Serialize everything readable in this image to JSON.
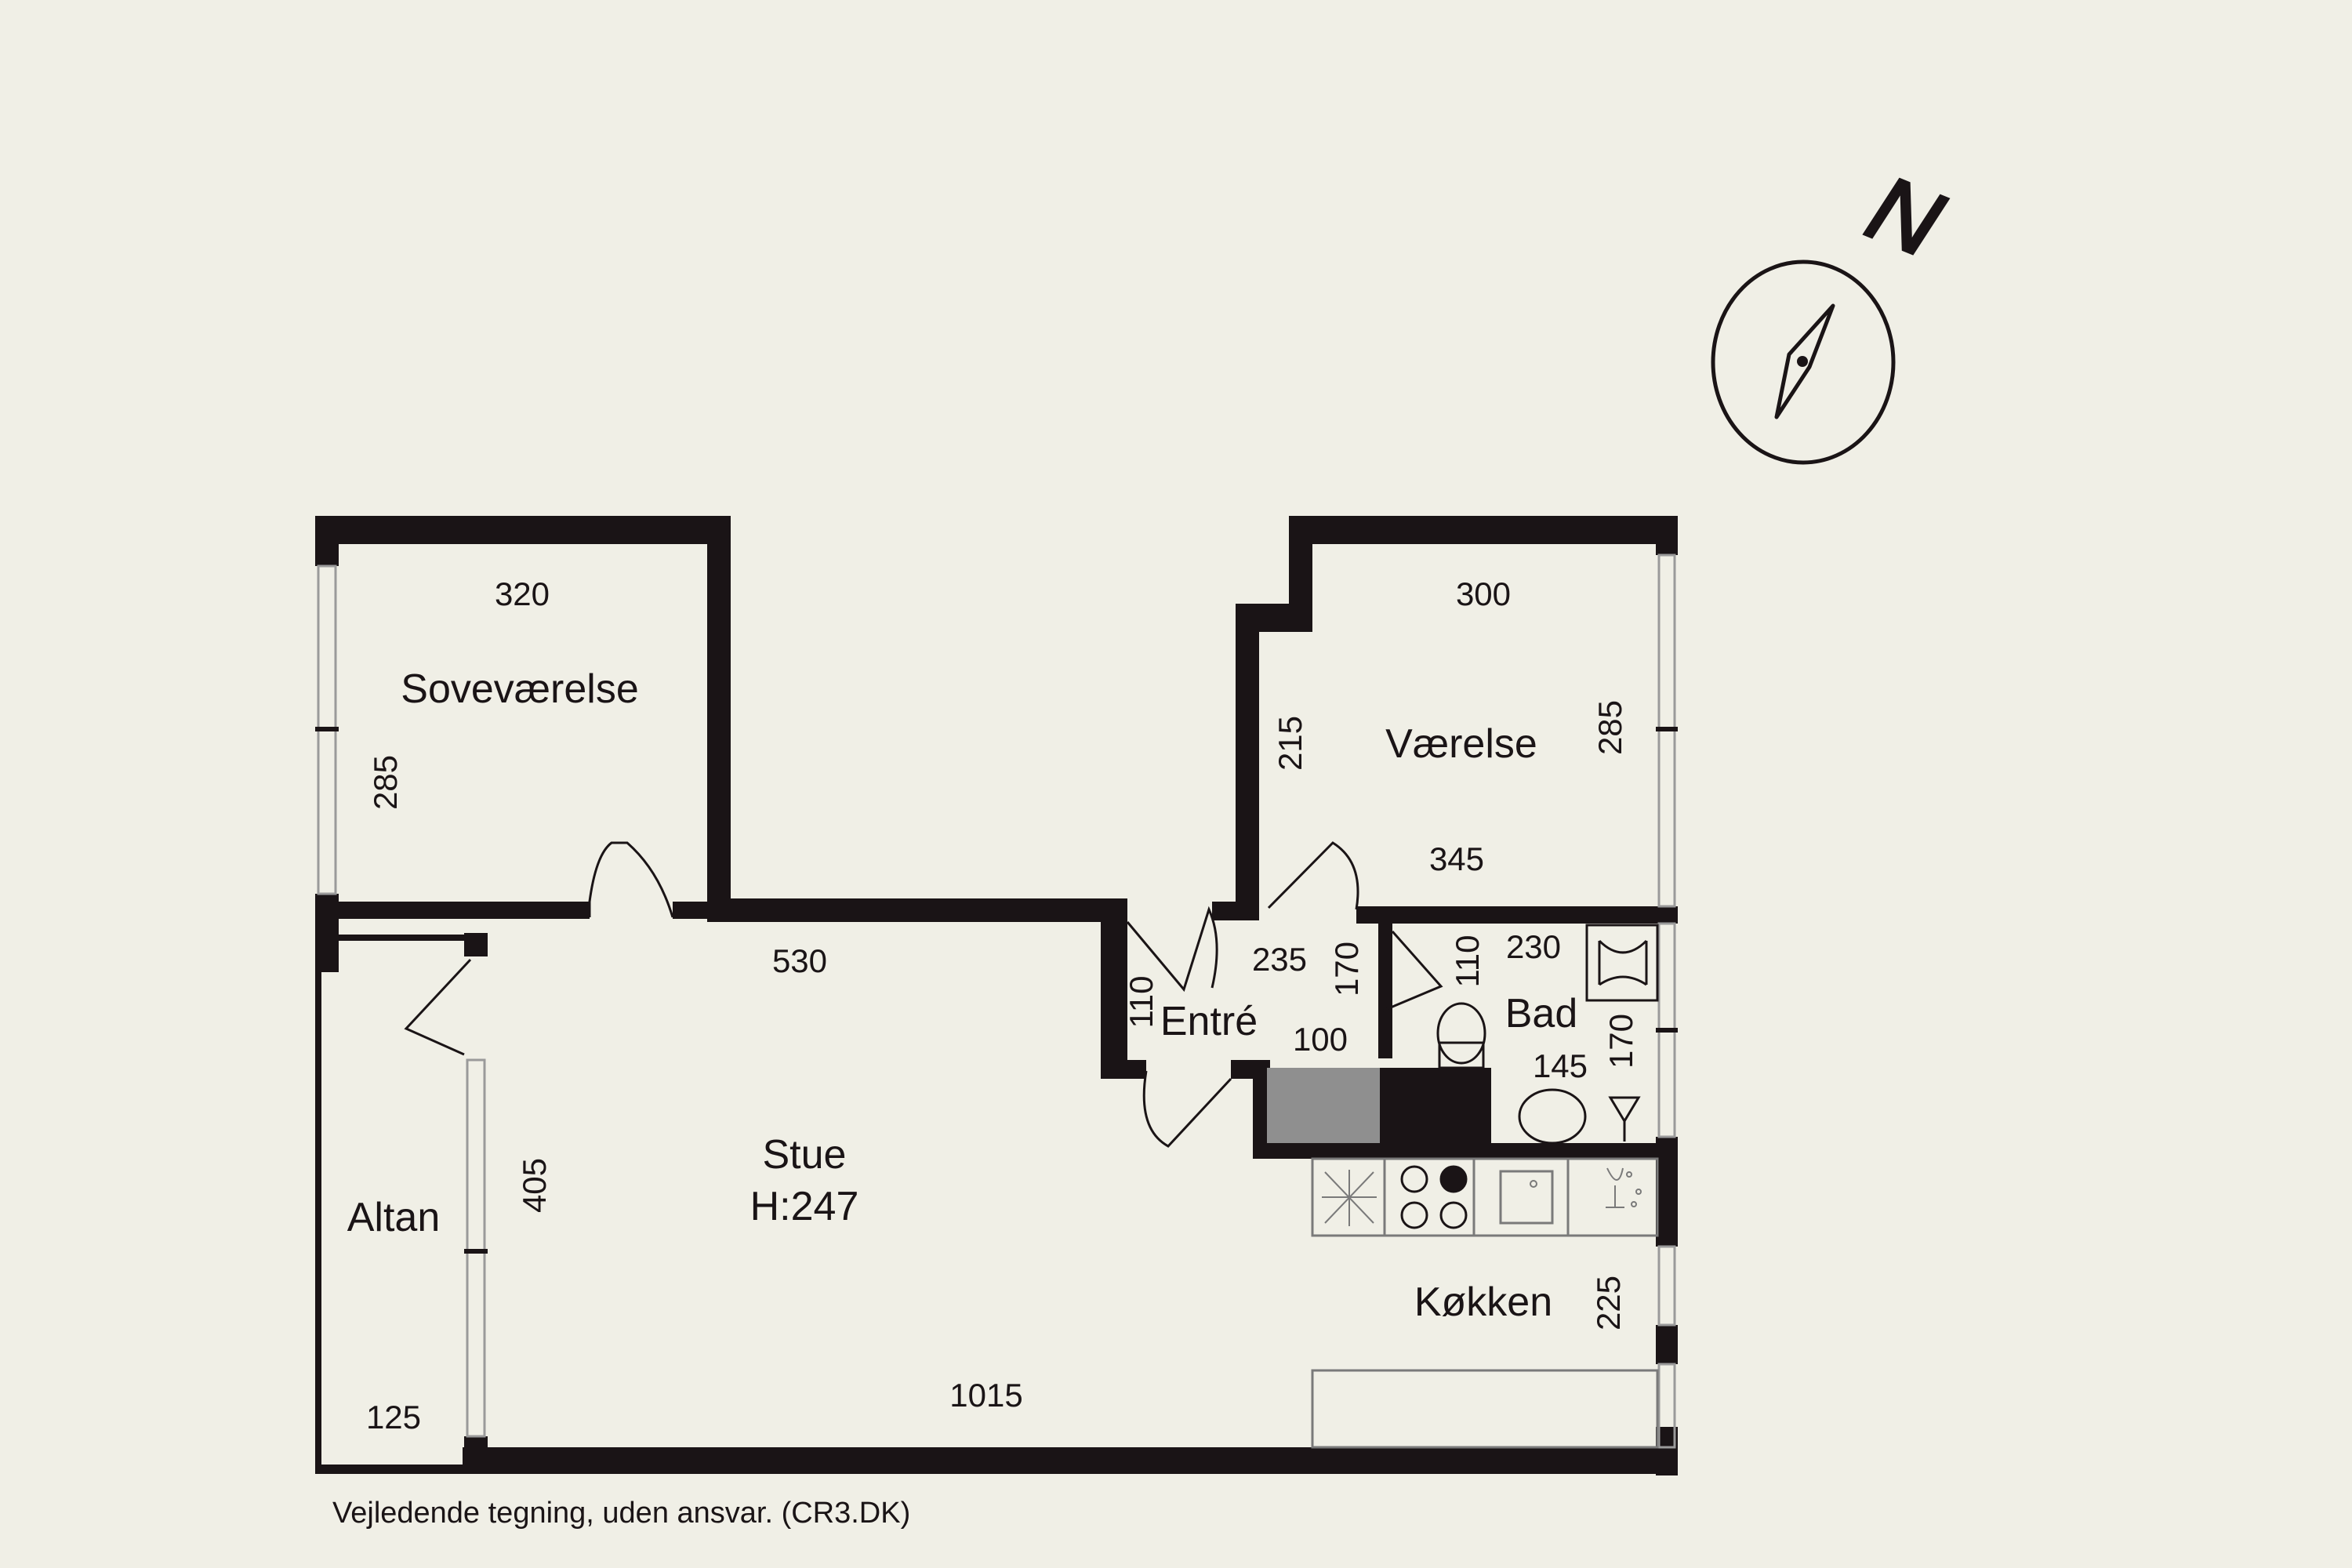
{
  "colors": {
    "background": "#f0efe6",
    "wall": "#1a1416",
    "window": "#9a9a9a",
    "counter": "#8f8f8f",
    "fixture": "#7a7a7a"
  },
  "compass": {
    "north": "N"
  },
  "rooms": {
    "sovevaerelse": "Soveværelse",
    "vaerelse": "Værelse",
    "entre": "Entré",
    "bad": "Bad",
    "stue": "Stue",
    "stue_height": "H:247",
    "altan": "Altan",
    "kokken": "Køkken"
  },
  "dimensions": {
    "sove_width": "320",
    "sove_height": "285",
    "vaer_width": "300",
    "vaer_left": "215",
    "vaer_right": "285",
    "vaer_bottom": "345",
    "stue_top": "530",
    "stue_left": "405",
    "stue_bottom": "1015",
    "entre_top": "235",
    "entre_left": "110",
    "entre_right": "170",
    "entre_bottom": "100",
    "bad_top": "230",
    "bad_left": "110",
    "bad_right": "170",
    "bad_inner": "145",
    "altan_bottom": "125",
    "kokken_right": "225"
  },
  "footer": {
    "disclaimer": "Vejledende tegning, uden ansvar. (CR3.DK)"
  }
}
